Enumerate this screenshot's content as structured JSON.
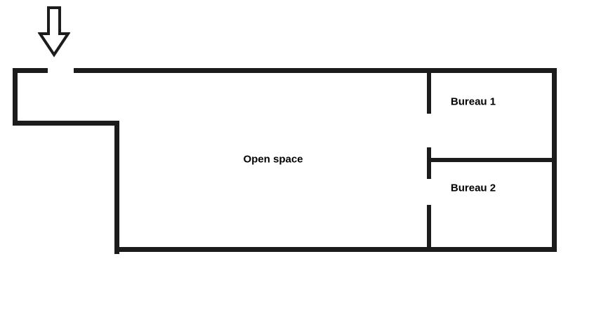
{
  "diagram": {
    "type": "floor-plan",
    "background_color": "#ffffff",
    "wall_color": "#1c1c1c",
    "entrance_icon": "down-block-arrow",
    "labels": {
      "open_space": "Open space",
      "bureau1": "Bureau 1",
      "bureau2": "Bureau 2"
    },
    "rooms": [
      {
        "name": "Open space",
        "doors": [
          "main entrance top-left",
          "door to Bureau 1",
          "door to Bureau 2"
        ]
      },
      {
        "name": "Bureau 1",
        "position": "top-right"
      },
      {
        "name": "Bureau 2",
        "position": "middle-right"
      }
    ]
  }
}
